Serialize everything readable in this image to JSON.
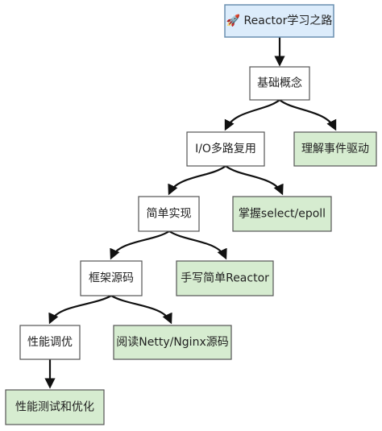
{
  "colors": {
    "root_fill": "#dcecfb",
    "root_stroke": "#6a8fb0",
    "step_fill": "#ffffff",
    "step_stroke": "#555555",
    "goal_fill": "#d6ecd0",
    "goal_stroke": "#555555",
    "edge": "#111111"
  },
  "nodes": {
    "root": {
      "label": "🚀 Reactor学习之路"
    },
    "basics": {
      "label": "基础概念"
    },
    "events": {
      "label": "理解事件驱动"
    },
    "io": {
      "label": "I/O多路复用"
    },
    "select": {
      "label": "掌握select/epoll"
    },
    "simple": {
      "label": "简单实现"
    },
    "handwrite": {
      "label": "手写简单Reactor"
    },
    "framework": {
      "label": "框架源码"
    },
    "netty": {
      "label": "阅读Netty/Nginx源码"
    },
    "tuning": {
      "label": "性能调优"
    },
    "perf": {
      "label": "性能测试和优化"
    }
  },
  "edges": [
    {
      "from": "root",
      "to": "basics"
    },
    {
      "from": "basics",
      "to": "io"
    },
    {
      "from": "basics",
      "to": "events"
    },
    {
      "from": "io",
      "to": "simple"
    },
    {
      "from": "io",
      "to": "select"
    },
    {
      "from": "simple",
      "to": "framework"
    },
    {
      "from": "simple",
      "to": "handwrite"
    },
    {
      "from": "framework",
      "to": "tuning"
    },
    {
      "from": "framework",
      "to": "netty"
    },
    {
      "from": "tuning",
      "to": "perf"
    }
  ]
}
